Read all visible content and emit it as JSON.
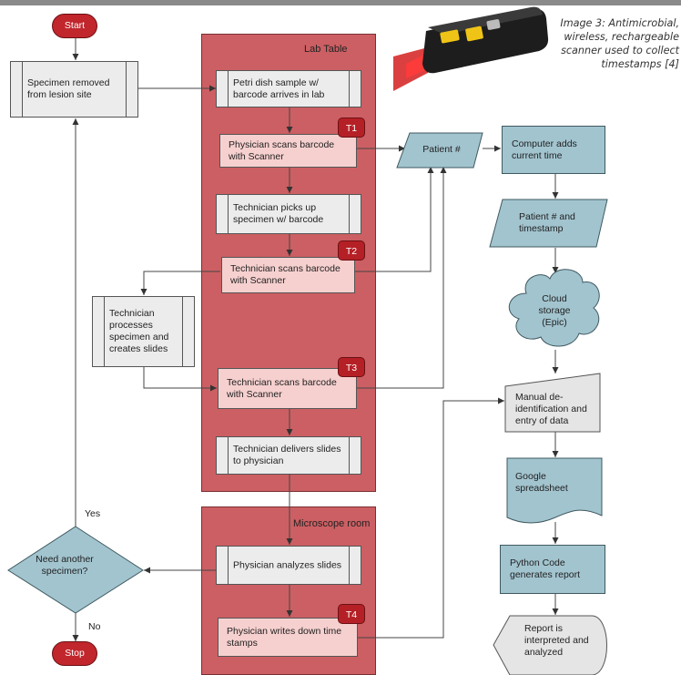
{
  "caption": "Image 3: Antimicrobial, wireless, rechargeable scanner used to collect timestamps [4]",
  "lanes": {
    "lab_table": "Lab Table",
    "microscope_room": "Microscope room"
  },
  "terminals": {
    "start": "Start",
    "stop": "Stop"
  },
  "left": {
    "specimen_removed": "Specimen removed from lesion site",
    "technician_processes": "Technician processes specimen and creates slides",
    "decision": "Need another specimen?",
    "yes": "Yes",
    "no": "No"
  },
  "lab": {
    "petri_dish": "Petri dish sample w/ barcode arrives in lab",
    "physician_scans": "Physician scans barcode with Scanner",
    "technician_picks_up": "Technician picks up specimen w/ barcode",
    "technician_scans_1": "Technician scans barcode with Scanner",
    "technician_scans_2": "Technician scans barcode with Scanner",
    "technician_delivers": "Technician delivers slides to physician"
  },
  "micro": {
    "physician_analyzes": "Physician analyzes slides",
    "physician_writes": "Physician writes down time stamps"
  },
  "tags": {
    "t1": "T1",
    "t2": "T2",
    "t3": "T3",
    "t4": "T4"
  },
  "right": {
    "patient_num": "Patient #",
    "computer_adds": "Computer adds current time",
    "patient_timestamp": "Patient # and timestamp",
    "cloud": "Cloud storage (Epic)",
    "manual": "Manual de-identification and entry of data",
    "google": "Google spreadsheet",
    "python": "Python Code generates report",
    "report": "Report is interpreted and analyzed"
  },
  "colors": {
    "lane": "#cc5f63",
    "scan_step": "#f6d0cf",
    "tag": "#b52026",
    "data_step": "#a2c4cf",
    "process": "#ececec"
  }
}
